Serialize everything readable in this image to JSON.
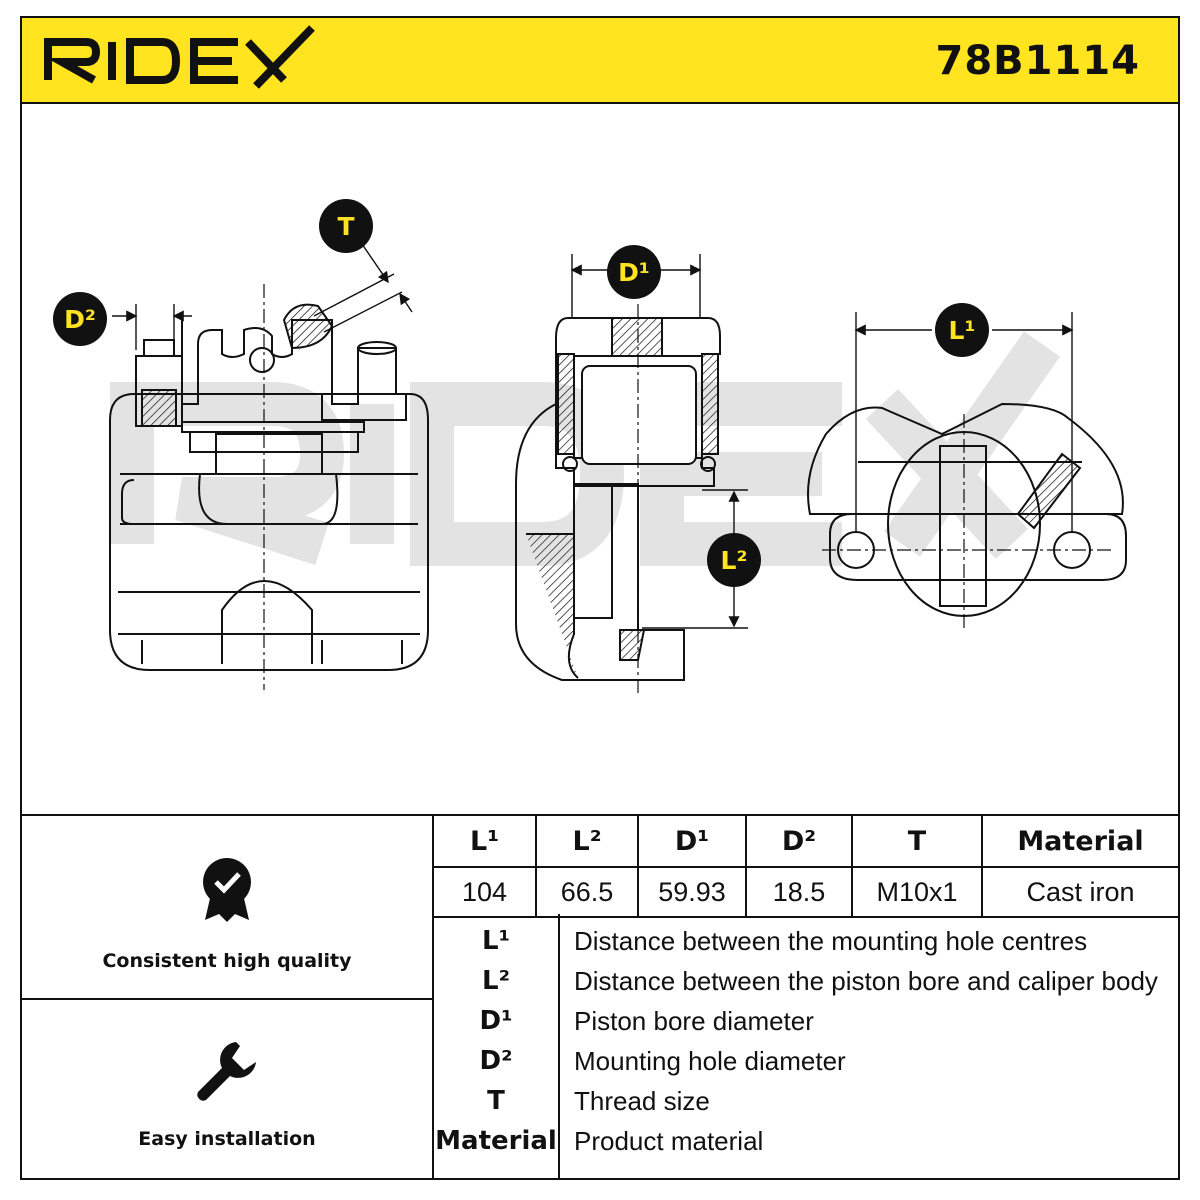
{
  "header": {
    "brand": "RIDEX",
    "part_number": "78B1114",
    "colors": {
      "accent": "#ffe41f",
      "ink": "#111111"
    }
  },
  "drawing": {
    "watermark": "RIDEX",
    "labels": {
      "t": "T",
      "d2": "D²",
      "d1": "D¹",
      "l2": "L²",
      "l1": "L¹"
    }
  },
  "features": [
    {
      "icon": "quality-badge-icon",
      "caption": "Consistent high quality"
    },
    {
      "icon": "wrench-icon",
      "caption": "Easy installation"
    }
  ],
  "spec_table": {
    "headers": [
      "L¹",
      "L²",
      "D¹",
      "D²",
      "T",
      "Material"
    ],
    "values": [
      "104",
      "66.5",
      "59.93",
      "18.5",
      "M10x1",
      "Cast iron"
    ]
  },
  "legend": [
    {
      "key": "L¹",
      "desc": "Distance between the mounting hole centres"
    },
    {
      "key": "L²",
      "desc": "Distance between the piston bore and caliper body"
    },
    {
      "key": "D¹",
      "desc": "Piston bore diameter"
    },
    {
      "key": "D²",
      "desc": "Mounting hole diameter"
    },
    {
      "key": "T",
      "desc": "Thread size"
    },
    {
      "key": "Material",
      "desc": "Product material"
    }
  ]
}
